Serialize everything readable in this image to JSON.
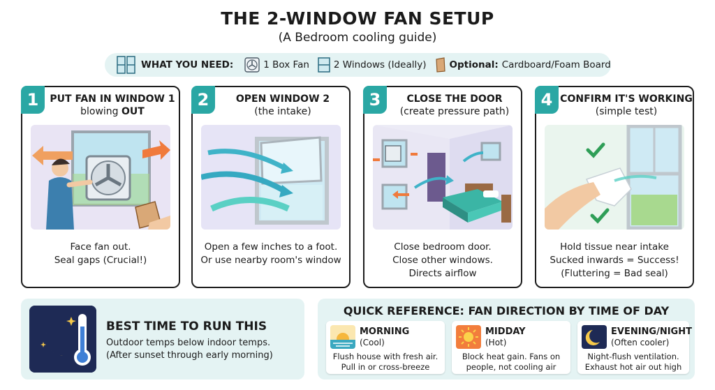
{
  "title": "THE 2-WINDOW FAN SETUP",
  "subtitle": "(A Bedroom cooling guide)",
  "needs": {
    "label": "WHAT YOU NEED:",
    "items": [
      "1 Box Fan",
      "2 Windows (Ideally)"
    ],
    "optional_label": "Optional:",
    "optional_text": "Cardboard/Foam Board"
  },
  "steps": [
    {
      "num": "1",
      "heading": "PUT FAN IN WINDOW 1",
      "sub_pre": "blowing ",
      "sub_bold": "OUT",
      "caption": [
        "Face fan out.",
        "Seal gaps (Crucial!)"
      ]
    },
    {
      "num": "2",
      "heading": "OPEN WINDOW 2",
      "sub": "(the intake)",
      "caption": [
        "Open a few inches to a foot.",
        "Or use nearby room's window"
      ]
    },
    {
      "num": "3",
      "heading": "CLOSE THE DOOR",
      "sub": "(create pressure path)",
      "caption": [
        "Close bedroom door.",
        "Close other windows.",
        "Directs airflow"
      ]
    },
    {
      "num": "4",
      "heading": "CONFIRM IT'S WORKING",
      "sub": "(simple test)",
      "caption": [
        "Hold tissue near intake",
        "Sucked inwards = Success!",
        "(Fluttering = Bad seal)"
      ]
    }
  ],
  "best_time": {
    "title": "BEST TIME TO RUN THIS",
    "line1": "Outdoor temps below indoor temps.",
    "line2": "(After sunset through early morning)"
  },
  "quick_ref": {
    "title": "QUICK REFERENCE: FAN DIRECTION BY TIME OF DAY",
    "cards": [
      {
        "name": "MORNING",
        "sub": "(Cool)",
        "desc": [
          "Flush house with fresh air.",
          "Pull in or cross-breeze"
        ],
        "icon": "sunrise-icon"
      },
      {
        "name": "MIDDAY",
        "sub": "(Hot)",
        "desc": [
          "Block heat gain. Fans on",
          "people, not cooling air"
        ],
        "icon": "sun-icon"
      },
      {
        "name": "EVENING/NIGHT",
        "sub": "(Often cooler)",
        "desc": [
          "Night-flush ventilation.",
          "Exhaust hot air out high"
        ],
        "icon": "moon-icon"
      }
    ]
  },
  "colors": {
    "teal": "#2aa7a4",
    "orange": "#f07a3c",
    "panel": "#e4f3f3",
    "navy": "#1e2a55"
  }
}
